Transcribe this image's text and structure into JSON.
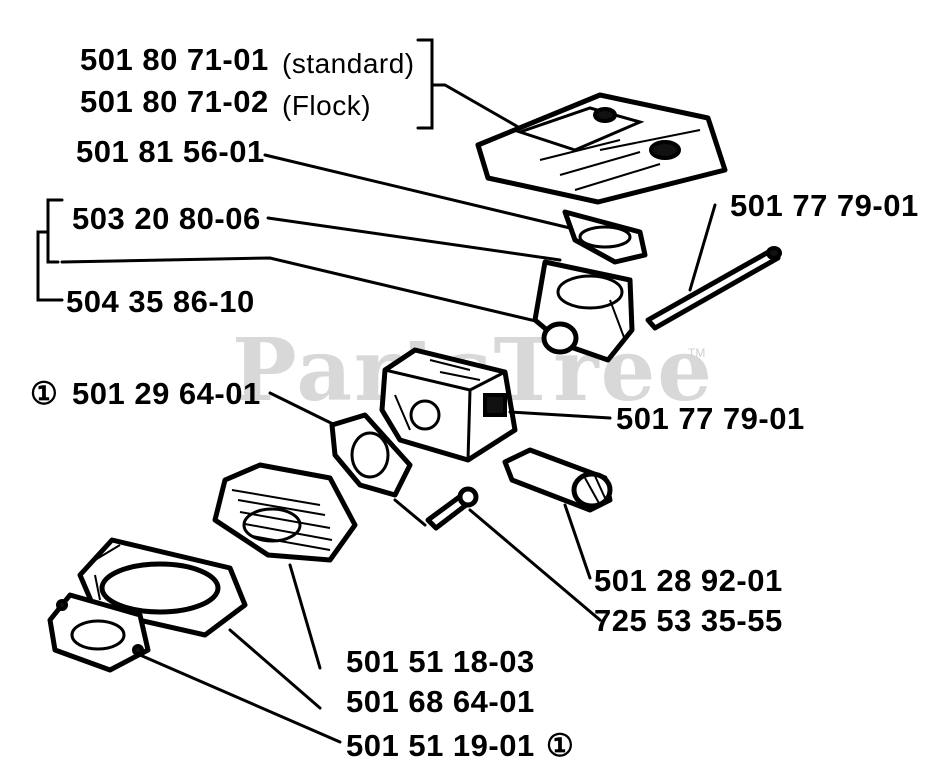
{
  "watermark": {
    "text": "PartsTree",
    "tm": "TM"
  },
  "labels": {
    "p1": "501 80 71-01",
    "p1_note": "(standard)",
    "p2": "501 80 71-02",
    "p2_note": "(Flock)",
    "p3": "501 81 56-01",
    "p4": "503 20 80-06",
    "p5": "504 35 86-10",
    "p6": "501 77 79-01",
    "p7": "501 29 64-01",
    "p7_mark": "①",
    "p8": "501 77 79-01",
    "p9": "501 28 92-01",
    "p10": "725 53 35-55",
    "p11": "501 51 18-03",
    "p12": "501 68 64-01",
    "p13": "501 51 19-01",
    "p13_mark": "①"
  }
}
